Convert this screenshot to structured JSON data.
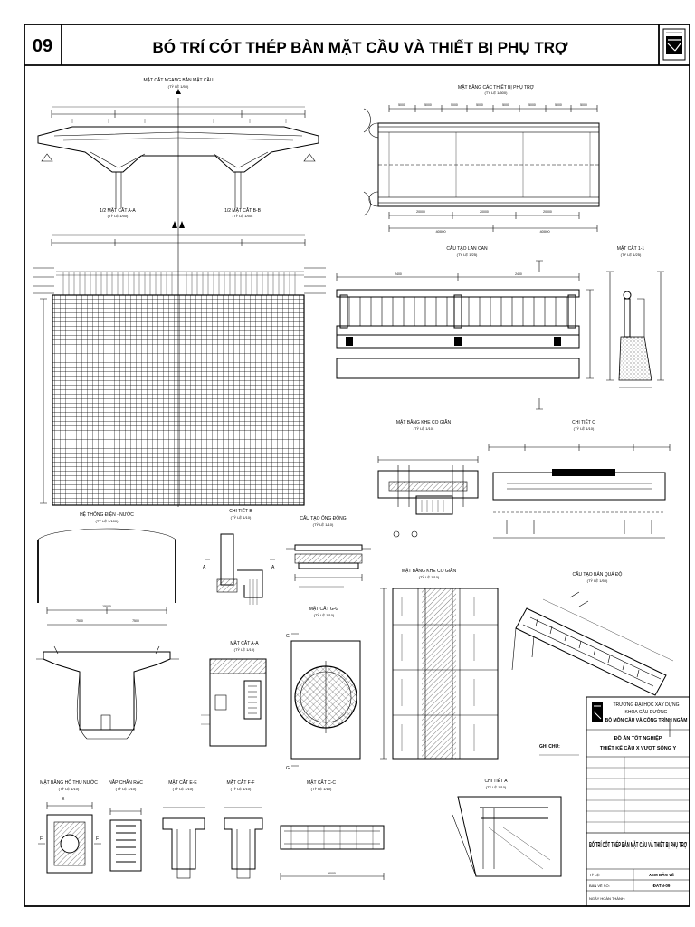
{
  "sheet": {
    "number": "09",
    "title": "BÓ TRÍ CÓT THÉP BÀN MẶT CẦU VÀ THIẾT BỊ PHỤ TRỢ"
  },
  "views": {
    "cross_section": {
      "title": "MẶT CẮT NGANG BẢN MẶT CẦU",
      "scale": "(TỶ LỆ 1/50)"
    },
    "plan_aux": {
      "title": "MẶT BẰNG CÁC THIẾT BỊ PHỤ TRỢ",
      "scale": "(TỶ LỆ 1/500)",
      "dims_top": [
        "5000",
        "5000",
        "5000",
        "5000",
        "5000",
        "5000",
        "5000",
        "5000"
      ],
      "dims_bottom": [
        "20000",
        "20000",
        "20000"
      ],
      "dims_total": [
        "40000",
        "40000"
      ]
    },
    "half_a": {
      "title": "1/2 MẶT CẮT A-A",
      "scale": "(TỶ LỆ 1/50)"
    },
    "half_b": {
      "title": "1/2 MẶT CẮT B-B",
      "scale": "(TỶ LỆ 1/50)"
    },
    "railing": {
      "title": "CẤU TẠO LAN CAN",
      "scale": "(TỶ LỆ 1/25)",
      "dims": [
        "2400",
        "2400"
      ]
    },
    "section_11": {
      "title": "MẶT CẮT 1-1",
      "scale": "(TỶ LỆ 1/25)"
    },
    "joint_plan": {
      "title": "MẶT BẰNG KHE CO GIÃN",
      "scale": "(TỶ LỆ 1/10)"
    },
    "detail_c": {
      "title": "CHI TIẾT C",
      "scale": "(TỶ LỆ 1/10)"
    },
    "drainage": {
      "title": "HỆ THỐNG ĐIỆN - NƯỚC",
      "scale": "(TỶ LỆ 1/100)",
      "dims": [
        "15000",
        "7500",
        "7500"
      ]
    },
    "detail_b": {
      "title": "CHI TIẾT B",
      "scale": "(TỶ LỆ 1/10)"
    },
    "pipe": {
      "title": "CẤU TẠO ỐNG ĐỐNG",
      "scale": "(TỶ LỆ 1/10)"
    },
    "joint_plan2": {
      "title": "MẶT BẰNG KHE CO GIÃN",
      "scale": "(TỶ LỆ 1/10)"
    },
    "approach_slab": {
      "title": "CẤU TẠO BẢN QUÁ ĐỘ",
      "scale": "(TỶ LỆ 1/50)"
    },
    "section_aa": {
      "title": "MẶT CẮT A-A",
      "scale": "(TỶ LỆ 1/10)"
    },
    "section_gg": {
      "title": "MẶT CẮT G-G",
      "scale": "(TỶ LỆ 1/10)"
    },
    "catch_basin": {
      "title": "MẶT BẰNG HỐ THU NƯỚC",
      "scale": "(TỶ LỆ 1/10)"
    },
    "grate": {
      "title": "NẮP CHẮN RÁC",
      "scale": "(TỶ LỆ 1/10)"
    },
    "section_ee": {
      "title": "MẶT CẮT E-E",
      "scale": "(TỶ LỆ 1/10)"
    },
    "section_ff": {
      "title": "MẶT CẮT F-F",
      "scale": "(TỶ LỆ 1/10)"
    },
    "section_cc": {
      "title": "MẶT CẮT C-C",
      "scale": "(TỶ LỆ 1/10)",
      "dims": [
        "6000"
      ]
    },
    "detail_a": {
      "title": "CHI TIẾT A",
      "scale": "(TỶ LỆ 1/10)"
    }
  },
  "notes": {
    "heading": "GHI CHÚ:"
  },
  "title_block": {
    "school": "TRƯỜNG ĐẠI HỌC XÂY DỰNG",
    "faculty": "KHOA CẦU ĐƯỜNG",
    "department": "BỘ MÔN CẦU VÀ CÔNG TRÌNH NGẦM",
    "project_type": "ĐỒ ÁN TỐT NGHIỆP",
    "project_name": "THIẾT KẾ CẦU X VƯỢT SÔNG Y",
    "drawing_title": "BỐ TRÍ CỐT THÉP BẢN MẶT CẦU VÀ THIẾT BỊ PHỤ TRỢ",
    "label_scale": "TỶ LỆ:",
    "value_scale": "XEM BẢN VẼ",
    "label_drawing_no": "BẢN VẼ SỐ:",
    "value_drawing_no": "ĐATN-09",
    "label_date": "NGÀY HOÀN THÀNH:"
  }
}
